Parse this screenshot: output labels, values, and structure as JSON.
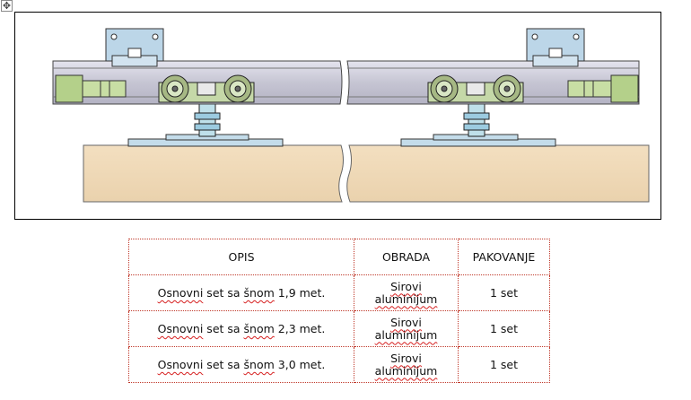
{
  "table": {
    "headers": [
      "OPIS",
      "OBRADA",
      "PAKOVANJE"
    ],
    "rows": [
      {
        "word1": "Osnovni",
        "mid": " set sa ",
        "word2": "šnom",
        "tail": " 1,9 met.",
        "obrada1": "Sirovi",
        "obrada2": "aluminijum",
        "pakovanje": "1 set"
      },
      {
        "word1": "Osnovni",
        "mid": " set sa ",
        "word2": "šnom",
        "tail": " 2,3 met.",
        "obrada1": "Sirovi",
        "obrada2": "aluminijum",
        "pakovanje": "1 set"
      },
      {
        "word1": "Osnovni",
        "mid": " set sa ",
        "word2": "šnom",
        "tail": " 3,0 met.",
        "obrada1": "Sirovi",
        "obrada2": "aluminijum",
        "pakovanje": "1 set"
      }
    ]
  },
  "handle_glyph": "✥",
  "colors": {
    "rail": "#c9c8d6",
    "rail_stroke": "#555555",
    "bracket": "#b9d3e6",
    "stopper": "#b4d08a",
    "roller": "#9fb07f",
    "wood": "#efd9b5",
    "table_border": "#c0392b"
  }
}
